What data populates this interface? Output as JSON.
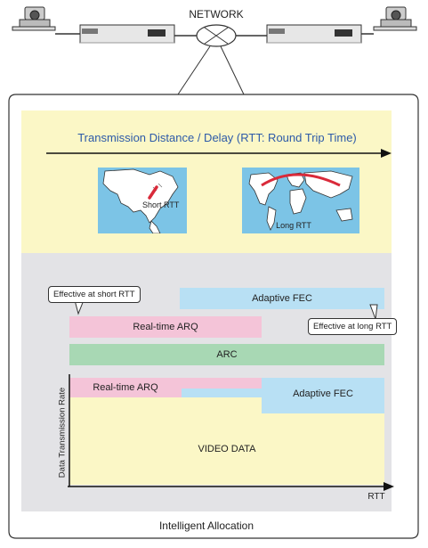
{
  "network": {
    "label": "NETWORK"
  },
  "top_band": {
    "title": "Transmission Distance / Delay (RTT: Round Trip Time)",
    "map_left_label": "Short RTT",
    "map_right_label": "Long RTT"
  },
  "allocation": {
    "callout_short": "Effective at short RTT",
    "callout_long": "Effective at long RTT",
    "band_adaptive_fec_top": "Adaptive FEC",
    "band_realtime_arq_top": "Real-time ARQ",
    "band_arc": "ARC",
    "band_realtime_arq_low": "Real-time ARQ",
    "band_adaptive_fec_low": "Adaptive FEC",
    "video_data": "VIDEO DATA",
    "y_axis_label": "Data Transmission Rate",
    "x_axis_label": "RTT",
    "footer": "Intelligent Allocation"
  },
  "colors": {
    "yellow_band": "#fbf7c6",
    "gray_band": "#e3e3e6",
    "pink": "#f4c4d8",
    "blue": "#b8e0f4",
    "green": "#a8d8b4",
    "video_yellow": "#fbf7c6",
    "arrow_blue": "#2d5aa8"
  },
  "icons": [
    "camera-icon",
    "codec-device-icon",
    "network-cloud-icon",
    "world-map-icon"
  ]
}
